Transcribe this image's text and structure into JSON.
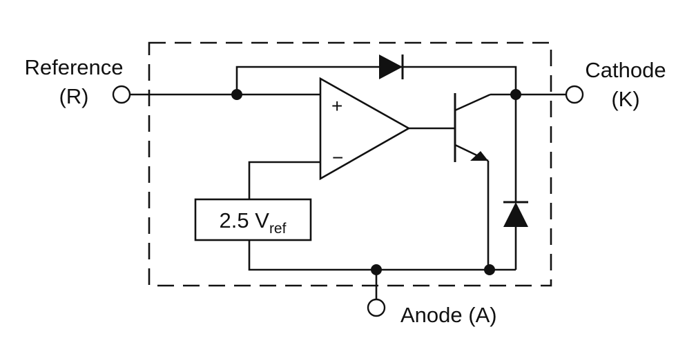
{
  "pins": {
    "reference": {
      "name": "Reference",
      "symbol": "(R)"
    },
    "cathode": {
      "name": "Cathode",
      "symbol": "(K)"
    },
    "anode": {
      "label": "Anode (A)"
    }
  },
  "opamp": {
    "plus": "+",
    "minus": "−"
  },
  "vref": {
    "value": "2.5 V",
    "subscript": "ref"
  },
  "colors": {
    "ink": "#111111",
    "background": "#ffffff"
  }
}
